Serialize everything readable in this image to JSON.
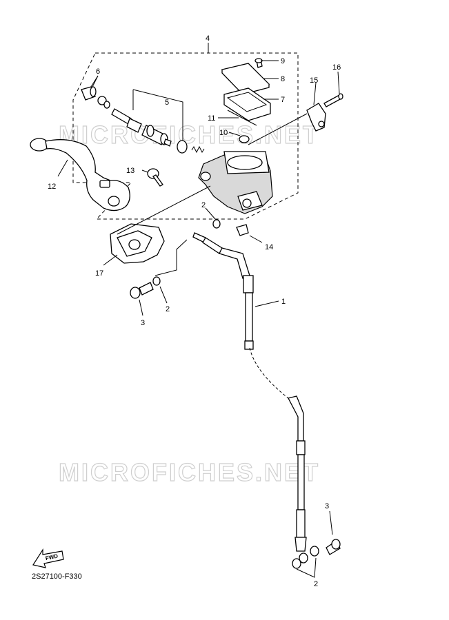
{
  "diagram": {
    "code": "2S27100-F330",
    "fwd_label": "FWD",
    "watermark": "MICROFICHES.NET",
    "callouts": {
      "c1": "1",
      "c2a": "2",
      "c2b": "2",
      "c2c": "2",
      "c3a": "3",
      "c3b": "3",
      "c4": "4",
      "c5": "5",
      "c6": "6",
      "c7": "7",
      "c8": "8",
      "c9": "9",
      "c10": "10",
      "c11": "11",
      "c12": "12",
      "c13": "13",
      "c14": "14",
      "c15": "15",
      "c16": "16",
      "c17": "17"
    }
  }
}
